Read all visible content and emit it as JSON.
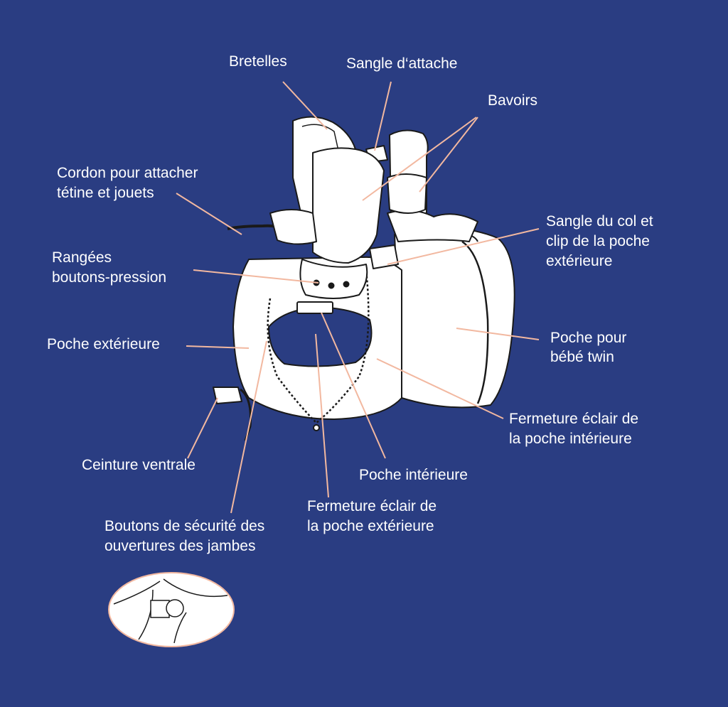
{
  "colors": {
    "background": "#2a3d82",
    "leader_line": "#f2b8a0",
    "outline": "#1a1a1a",
    "fill": "#ffffff",
    "text": "#ffffff"
  },
  "labels": {
    "bretelles": "Bretelles",
    "sangle_attache": "Sangle d‘attache",
    "bavoirs": "Bavoirs",
    "cordon_1": "Cordon pour attacher",
    "cordon_2": "tétine et jouets",
    "sangle_col_1": "Sangle du col et",
    "sangle_col_2": "clip de la poche",
    "sangle_col_3": "extérieure",
    "rangees_1": "Rangées",
    "rangees_2": "boutons-pression",
    "poche_exterieure": "Poche extérieure",
    "poche_twin_1": "Poche pour",
    "poche_twin_2": "bébé twin",
    "fermeture_int_1": "Fermeture éclair de",
    "fermeture_int_2": "la poche intérieure",
    "ceinture": "Ceinture ventrale",
    "poche_interieure": "Poche intérieure",
    "fermeture_ext_1": "Fermeture éclair de",
    "fermeture_ext_2": "la poche extérieure",
    "boutons_1": "Boutons de sécurité des",
    "boutons_2": "ouvertures des jambes"
  }
}
